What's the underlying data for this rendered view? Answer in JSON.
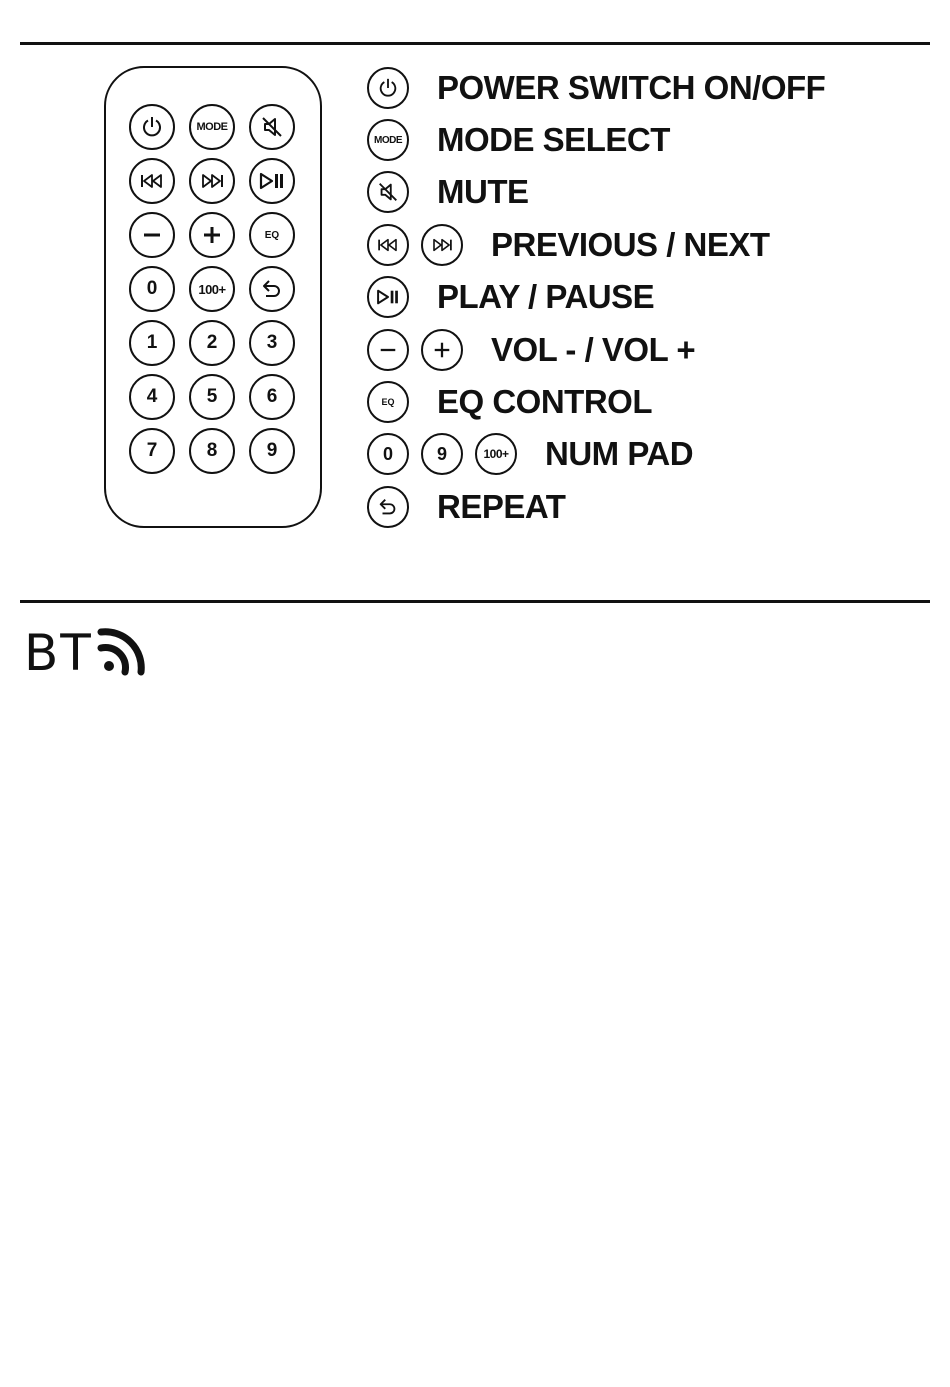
{
  "remote": {
    "buttons": [
      {
        "id": "power",
        "icon": "power-icon",
        "label": ""
      },
      {
        "id": "mode",
        "icon": "",
        "label": "MODE"
      },
      {
        "id": "mute",
        "icon": "mute-icon",
        "label": ""
      },
      {
        "id": "prev",
        "icon": "previous-icon",
        "label": ""
      },
      {
        "id": "next",
        "icon": "next-icon",
        "label": ""
      },
      {
        "id": "play",
        "icon": "play-pause-icon",
        "label": ""
      },
      {
        "id": "vol-minus",
        "icon": "minus-icon",
        "label": ""
      },
      {
        "id": "vol-plus",
        "icon": "plus-icon",
        "label": ""
      },
      {
        "id": "eq",
        "icon": "",
        "label": "EQ"
      },
      {
        "id": "num0",
        "icon": "",
        "label": "0"
      },
      {
        "id": "num100",
        "icon": "",
        "label": "100+"
      },
      {
        "id": "repeat",
        "icon": "repeat-icon",
        "label": ""
      },
      {
        "id": "num1",
        "icon": "",
        "label": "1"
      },
      {
        "id": "num2",
        "icon": "",
        "label": "2"
      },
      {
        "id": "num3",
        "icon": "",
        "label": "3"
      },
      {
        "id": "num4",
        "icon": "",
        "label": "4"
      },
      {
        "id": "num5",
        "icon": "",
        "label": "5"
      },
      {
        "id": "num6",
        "icon": "",
        "label": "6"
      },
      {
        "id": "num7",
        "icon": "",
        "label": "7"
      },
      {
        "id": "num8",
        "icon": "",
        "label": "8"
      },
      {
        "id": "num9",
        "icon": "",
        "label": "9"
      }
    ]
  },
  "legend": {
    "power": {
      "label": "POWER SWITCH ON/OFF"
    },
    "mode": {
      "label": "MODE SELECT",
      "button_text": "MODE"
    },
    "mute": {
      "label": "MUTE"
    },
    "prev_next": {
      "label": "PREVIOUS / NEXT"
    },
    "play": {
      "label": "PLAY / PAUSE"
    },
    "volume": {
      "label": "VOL - / VOL +"
    },
    "eq": {
      "label": "EQ CONTROL",
      "button_text": "EQ"
    },
    "numpad": {
      "label": "NUM PAD",
      "buttons": [
        "0",
        "9",
        "100+"
      ]
    },
    "repeat": {
      "label": "REPEAT"
    }
  },
  "bt_logo": {
    "text": "BT",
    "icon": "wireless-waves-icon"
  }
}
